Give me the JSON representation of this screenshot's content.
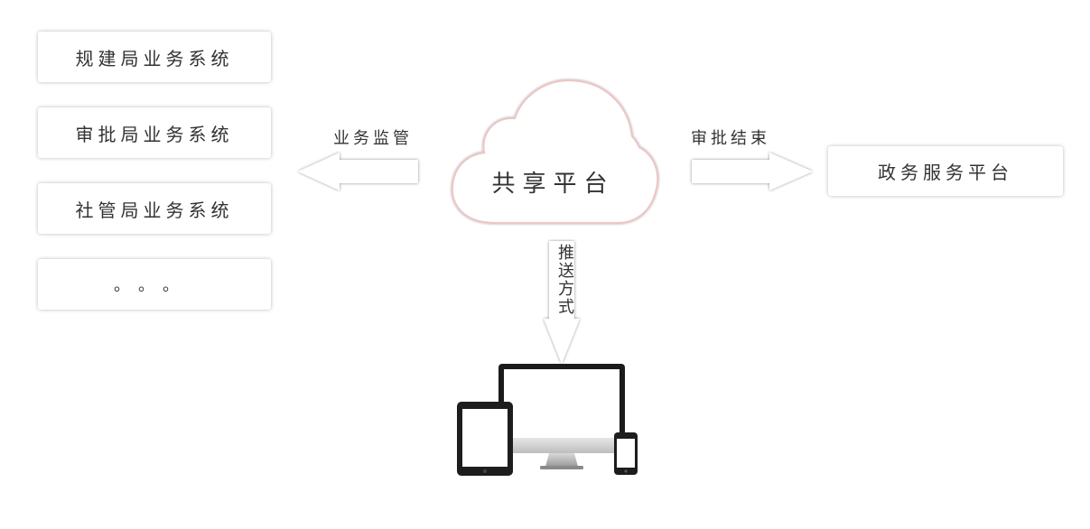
{
  "left_systems": [
    {
      "label": "规建局业务系统"
    },
    {
      "label": "审批局业务系统"
    },
    {
      "label": "社管局业务系统"
    },
    {
      "label": "。。。"
    }
  ],
  "flow_left_label": "业务监管",
  "flow_right_label": "审批结束",
  "center": {
    "label": "共享平台"
  },
  "right_target": {
    "label": "政务服务平台"
  },
  "down_label": "推送方式",
  "colors": {
    "cloud_outline": "#e8c4c4",
    "arrow_fill": "#ffffff",
    "box_shadow": "#c8c8c8",
    "text": "#333333"
  },
  "icons": [
    "tablet-icon",
    "desktop-monitor-icon",
    "phone-icon"
  ]
}
